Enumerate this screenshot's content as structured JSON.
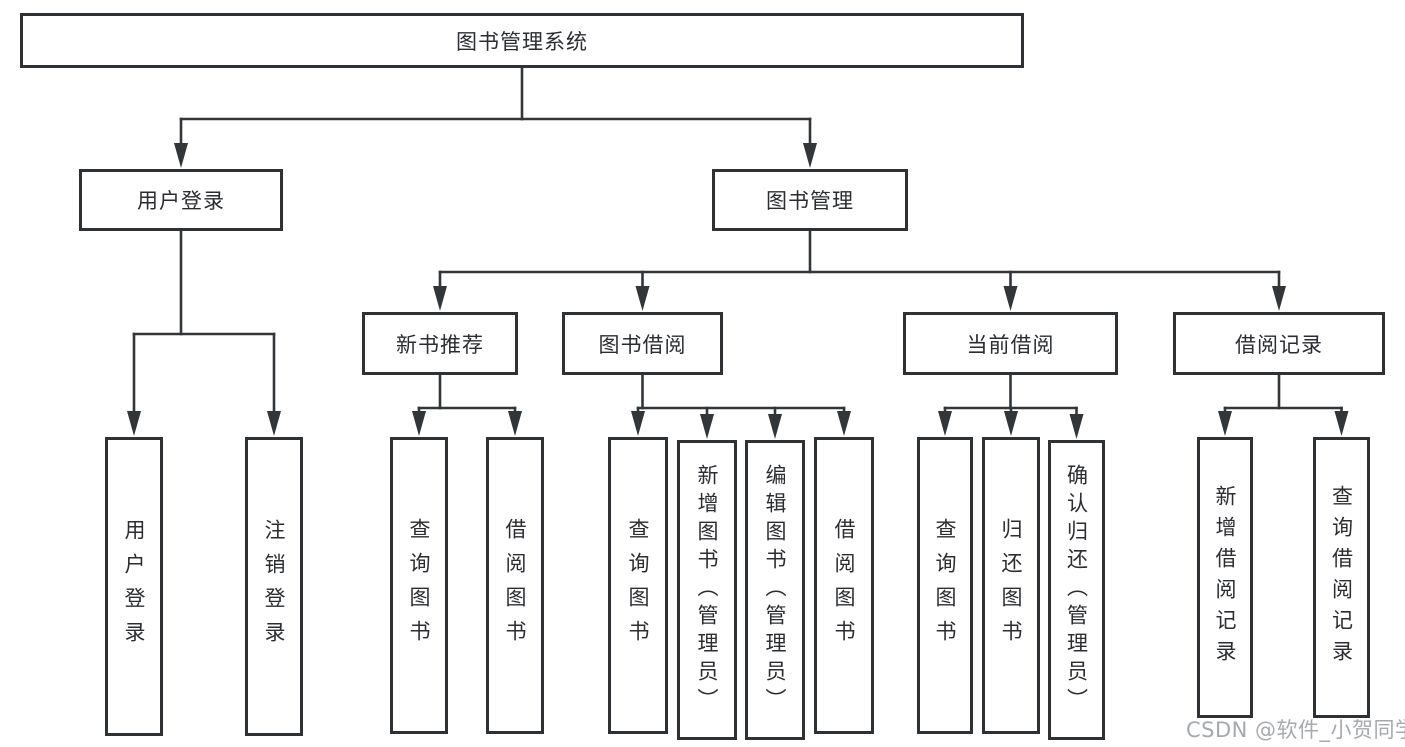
{
  "colors": {
    "line": "#333639",
    "box_border": "#2f3234",
    "text": "#2b2d31",
    "background": "#ffffff",
    "watermark": "#9fa3a8"
  },
  "watermark": {
    "text": "CSDN @软件_小贺同学"
  },
  "diagram": {
    "tree": {
      "id": "root",
      "label": "图书管理系统",
      "children": [
        {
          "id": "user-login-branch",
          "label": "用户登录",
          "children": [
            {
              "id": "leaf-user-login",
              "label": "用户登录"
            },
            {
              "id": "leaf-logout",
              "label": "注销登录"
            }
          ]
        },
        {
          "id": "book-mgmt",
          "label": "图书管理",
          "children": [
            {
              "id": "new-book-rec",
              "label": "新书推荐",
              "children": [
                {
                  "id": "nb-query",
                  "label": "查询图书"
                },
                {
                  "id": "nb-borrow",
                  "label": "借阅图书"
                }
              ]
            },
            {
              "id": "book-borrow",
              "label": "图书借阅",
              "children": [
                {
                  "id": "bb-query",
                  "label": "查询图书"
                },
                {
                  "id": "bb-add",
                  "label": "新增图书（管理员）"
                },
                {
                  "id": "bb-edit",
                  "label": "编辑图书（管理员）"
                },
                {
                  "id": "bb-borrow",
                  "label": "借阅图书"
                }
              ]
            },
            {
              "id": "current-borrow",
              "label": "当前借阅",
              "children": [
                {
                  "id": "cb-query",
                  "label": "查询图书"
                },
                {
                  "id": "cb-return",
                  "label": "归还图书"
                },
                {
                  "id": "cb-confirm",
                  "label": "确认归还（管理员）"
                }
              ]
            },
            {
              "id": "borrow-records",
              "label": "借阅记录",
              "children": [
                {
                  "id": "br-add",
                  "label": "新增借阅记录"
                },
                {
                  "id": "br-query",
                  "label": "查询借阅记录"
                }
              ]
            }
          ]
        }
      ]
    }
  }
}
